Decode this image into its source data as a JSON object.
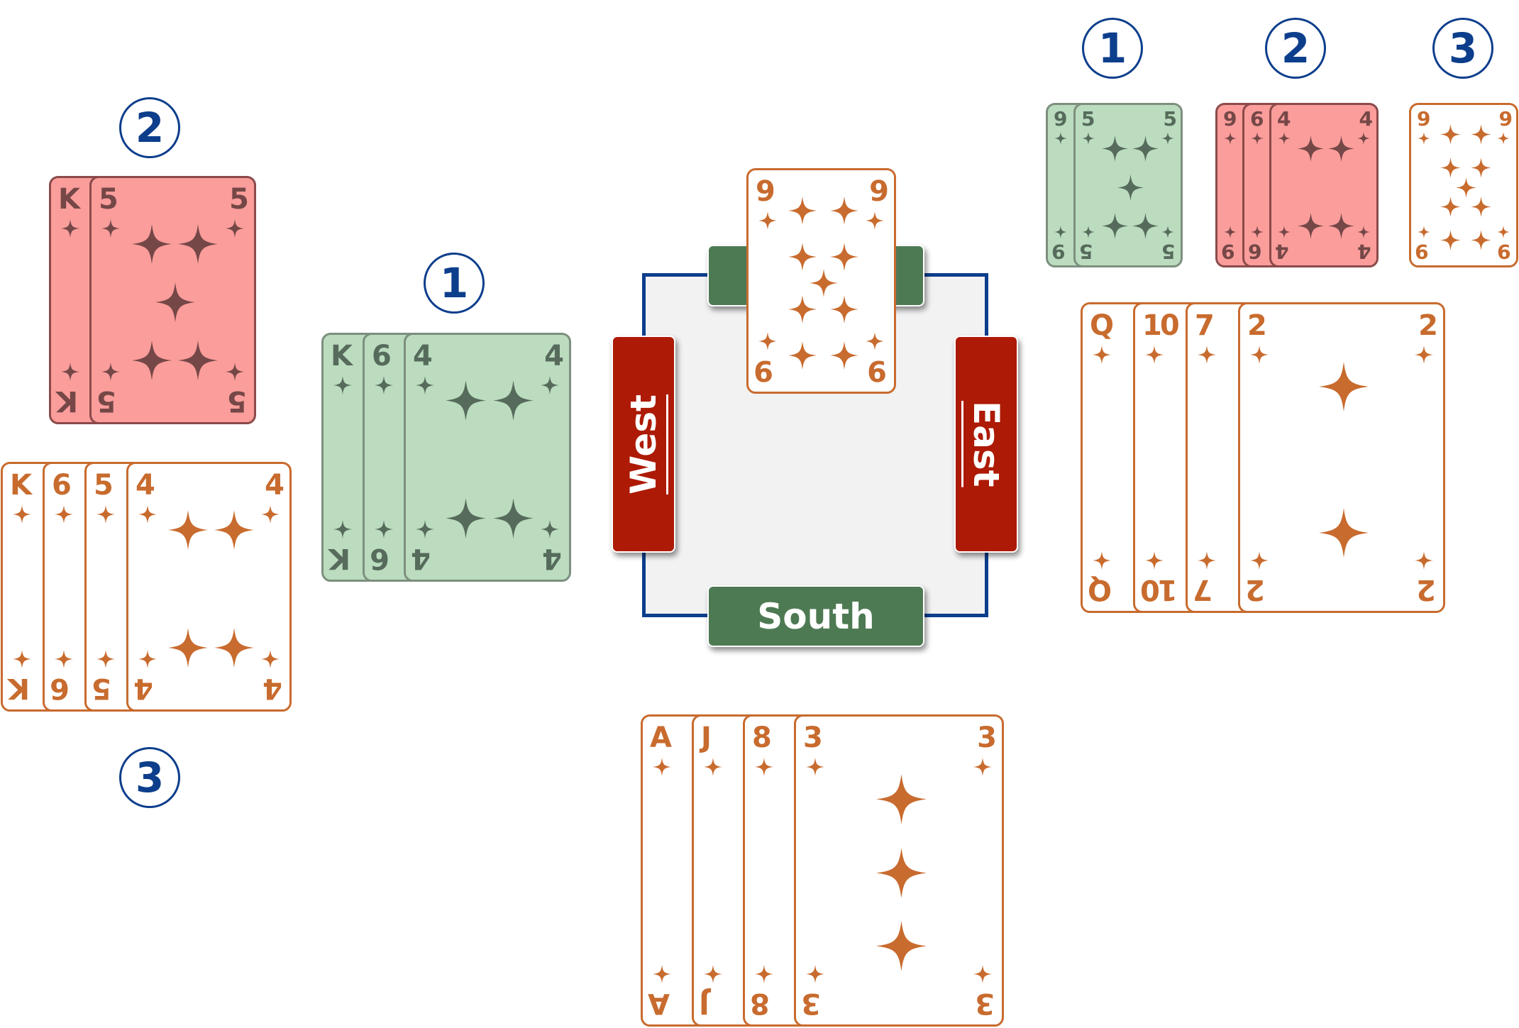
{
  "table": {
    "seats": {
      "north": "",
      "west": "West",
      "east": "East",
      "south": "South"
    }
  },
  "trick_labels": {
    "west_trick2": "2",
    "west_trick3": "3",
    "center_trick1": "1",
    "east_trick1": "1",
    "east_trick2": "2",
    "east_trick3": "3"
  },
  "suit": "diamonds",
  "colors": {
    "white_card": "#c86b2e",
    "red_card": "#fa9d9b",
    "green_card": "#bbdcbf",
    "table_border": "#0d3e8c",
    "seat_green": "#4e7a53",
    "seat_red": "#ad1a06"
  },
  "hands": {
    "west_trick2": [
      "K",
      "5"
    ],
    "west_trick3": [
      "K",
      "6",
      "5",
      "4"
    ],
    "center_trick1": [
      "K",
      "6",
      "4"
    ],
    "north_played": [
      "9"
    ],
    "south_hand": [
      "A",
      "J",
      "8",
      "3"
    ],
    "east_trick1": [
      "9",
      "5"
    ],
    "east_trick2": [
      "9",
      "6",
      "4"
    ],
    "east_trick3": [
      "9"
    ],
    "east_hand": [
      "Q",
      "10",
      "7",
      "2"
    ]
  }
}
